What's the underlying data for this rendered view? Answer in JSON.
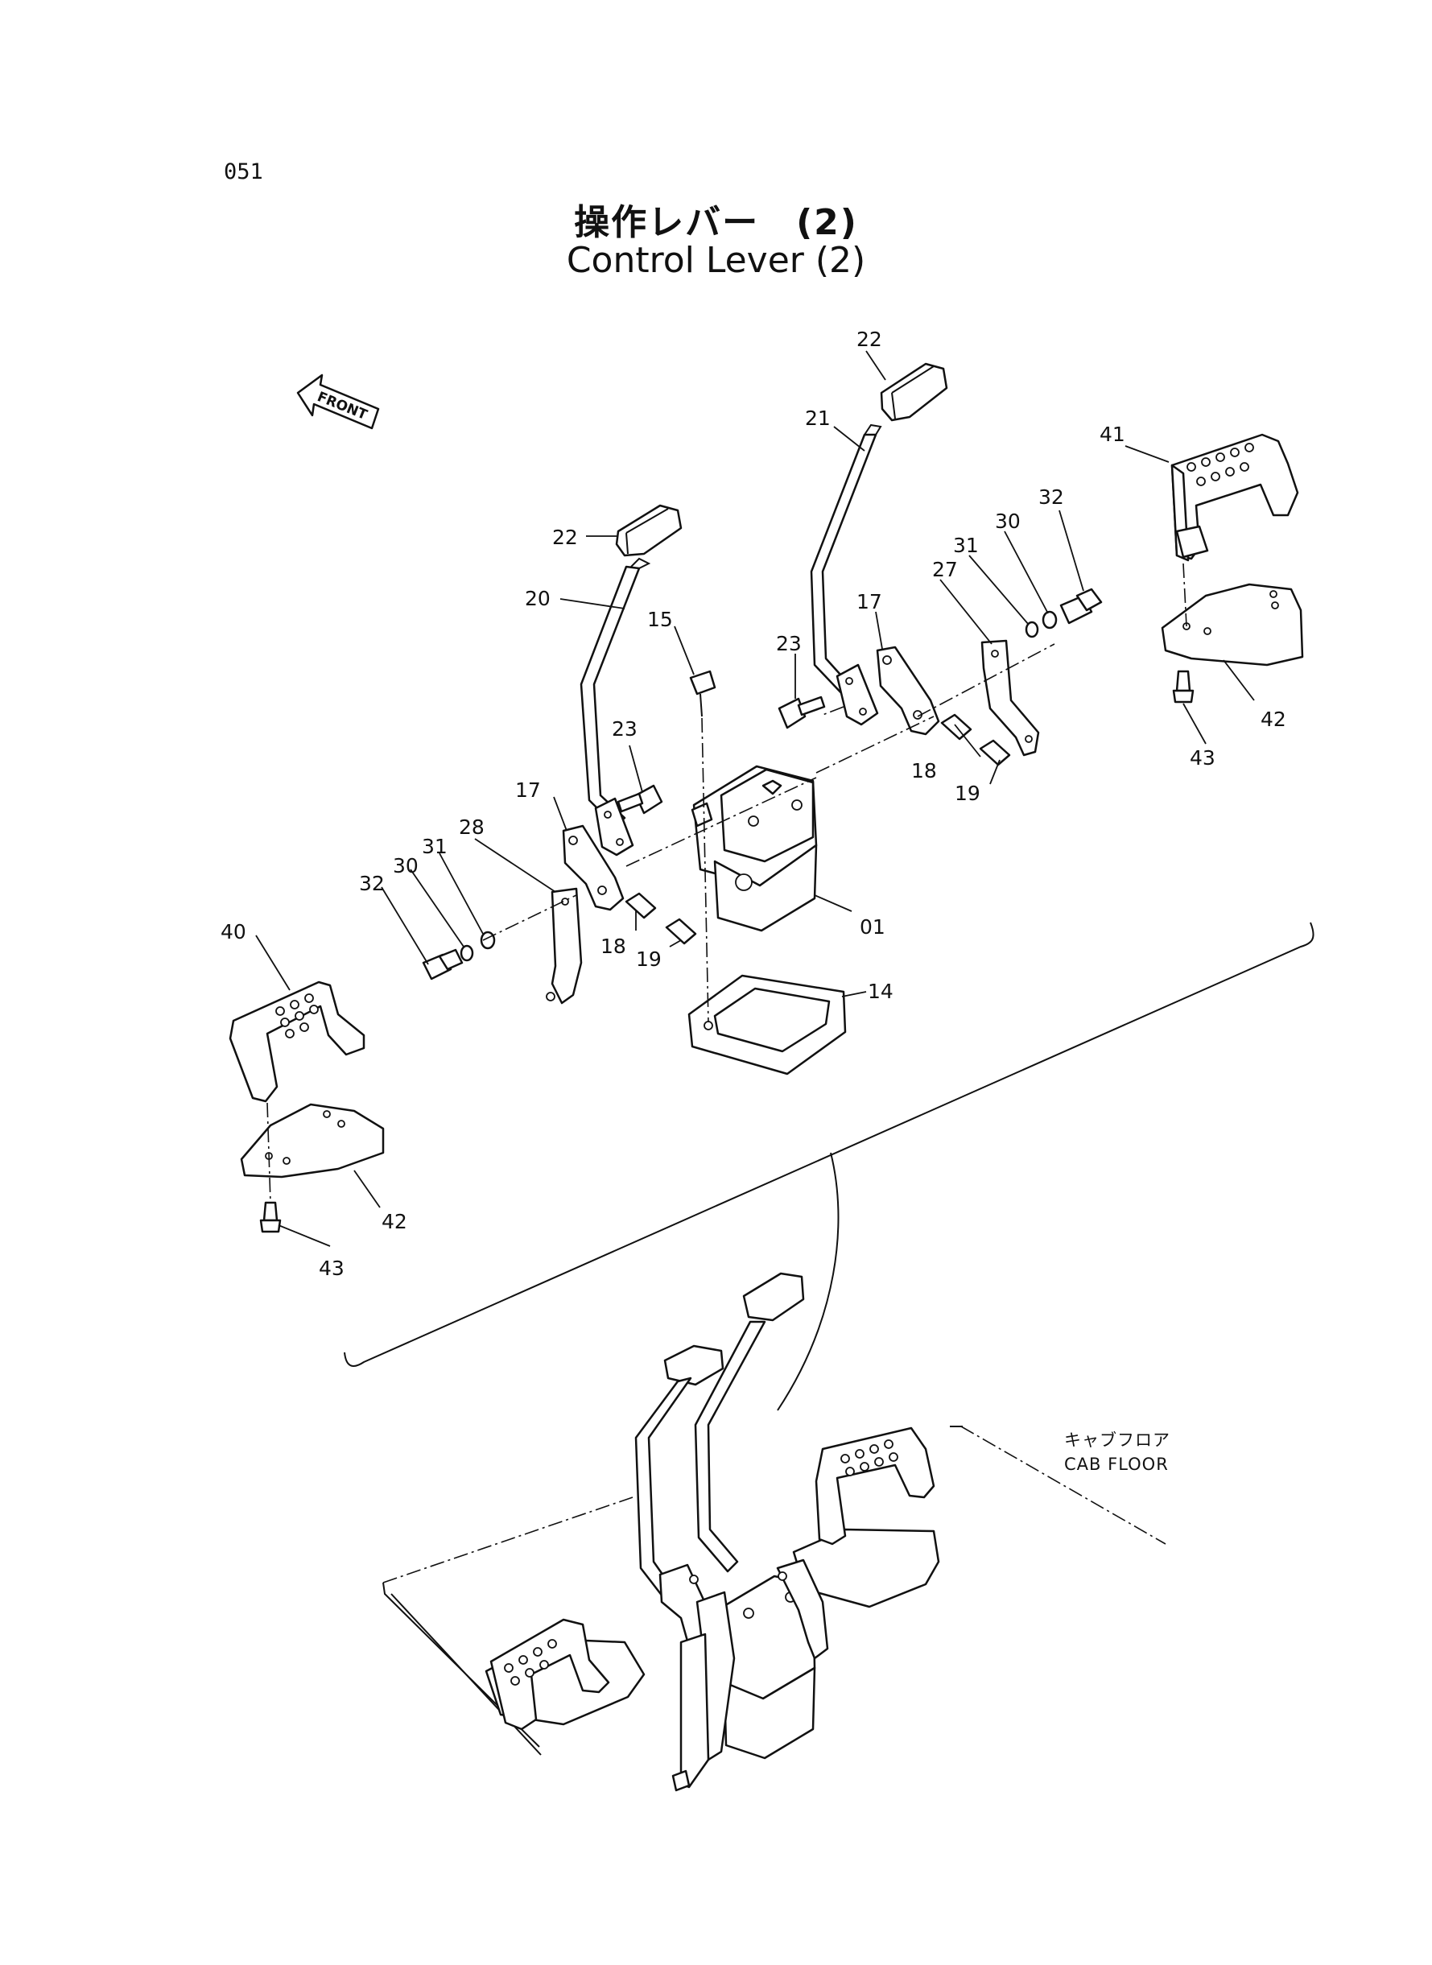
{
  "page_number": "051",
  "title": {
    "japanese": "操作レバー　(2)",
    "english": "Control Lever (2)"
  },
  "front_marker": "FRONT",
  "part_labels": [
    "22",
    "21",
    "41",
    "32",
    "30",
    "31",
    "27",
    "17",
    "23",
    "15",
    "22",
    "20",
    "23",
    "18",
    "19",
    "42",
    "43",
    "17",
    "28",
    "31",
    "30",
    "32",
    "01",
    "18",
    "19",
    "14",
    "40",
    "42",
    "43"
  ],
  "annotation": {
    "japanese": "キャブフロア",
    "english": "CAB FLOOR"
  }
}
